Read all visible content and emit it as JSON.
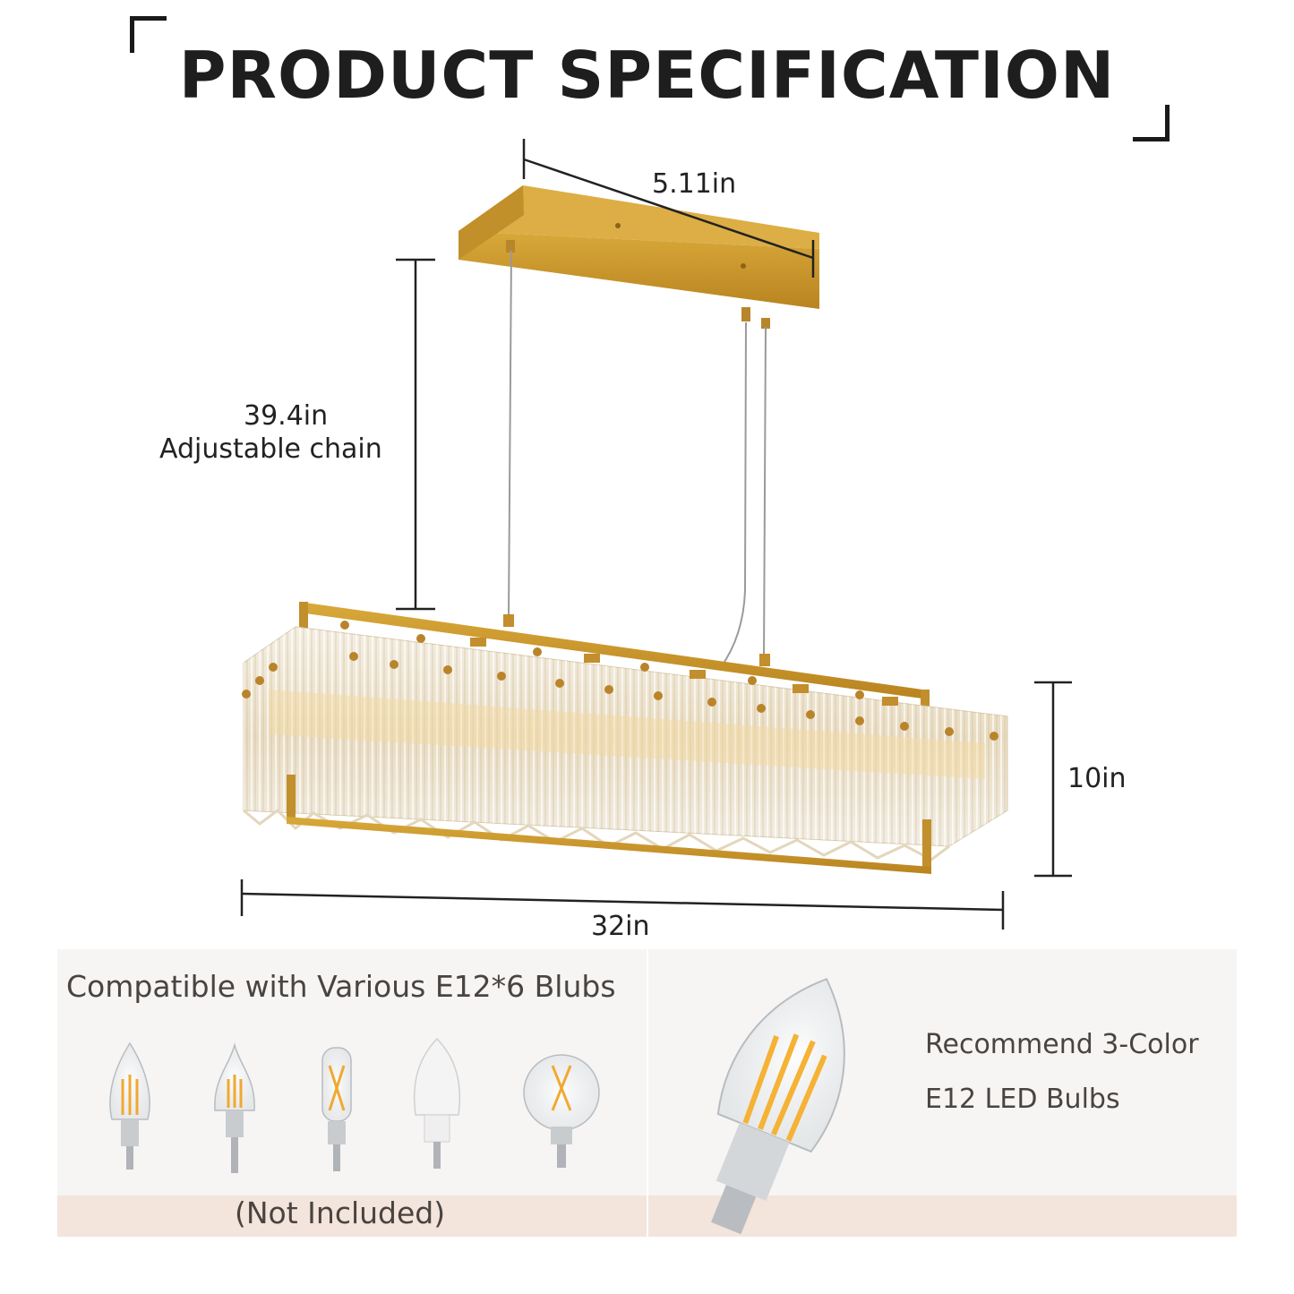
{
  "header": {
    "title": "PRODUCT SPECIFICATION"
  },
  "dimensions": {
    "canopy_width": "5.11in",
    "chain_length": "39.4in",
    "chain_note": "Adjustable chain",
    "height": "10in",
    "width": "32in"
  },
  "compatibility": {
    "heading": "Compatible with Various E12*6 Blubs",
    "note": "(Not Included)",
    "bulb_types": [
      "candle-bulb-icon",
      "flame-tip-bulb-icon",
      "tubular-bulb-icon",
      "frosted-led-bulb-icon",
      "globe-bulb-icon"
    ]
  },
  "recommendation": {
    "line1": "Recommend 3-Color",
    "line2": "E12 LED Bulbs"
  },
  "colors": {
    "gold": "#c9952a",
    "crystal": "#ece6d8",
    "panel_bg": "#f6f5f4",
    "strip_bg": "#f3e4dc"
  }
}
